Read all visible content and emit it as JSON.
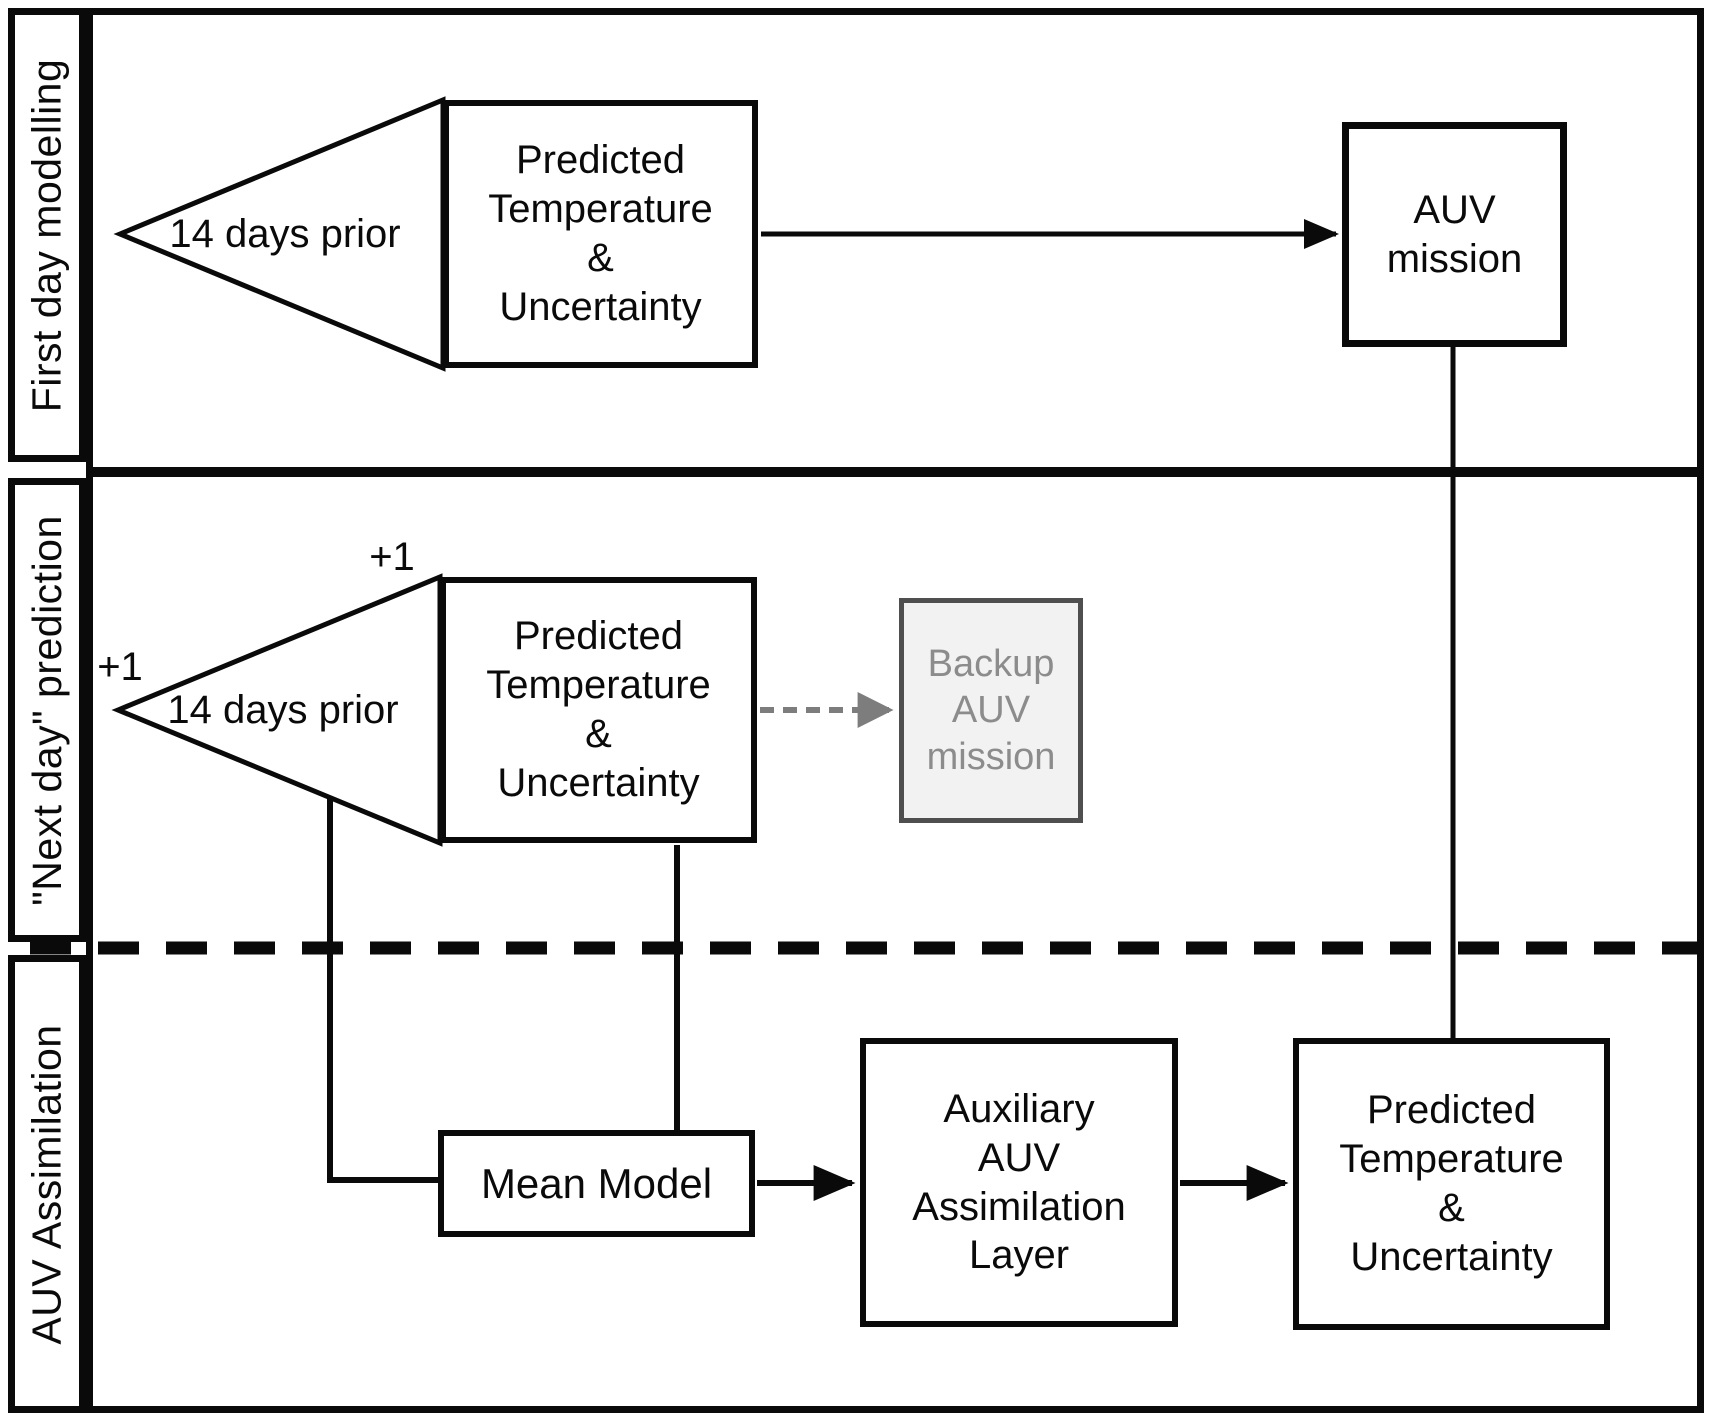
{
  "diagram": {
    "side_labels": {
      "band1": "First day modelling",
      "band2": "\"Next day\" prediction",
      "band3": "AUV Assimilation"
    },
    "band1": {
      "lead_time_label": "14 days prior",
      "predicted_box": {
        "line1": "Predicted",
        "line2": "Temperature",
        "line3": "&",
        "line4": "Uncertainty"
      },
      "auv_mission_box": {
        "line1": "AUV",
        "line2": "mission"
      }
    },
    "band2": {
      "plus_one_left": "+1",
      "plus_one_top": "+1",
      "lead_time_label": "14 days prior",
      "predicted_box": {
        "line1": "Predicted",
        "line2": "Temperature",
        "line3": "&",
        "line4": "Uncertainty"
      },
      "backup_box": {
        "line1": "Backup",
        "line2": "AUV",
        "line3": "mission"
      }
    },
    "band3": {
      "mean_model_box": {
        "label": "Mean Model"
      },
      "auxiliary_box": {
        "line1": "Auxiliary",
        "line2": "AUV",
        "line3": "Assimilation",
        "line4": "Layer"
      },
      "predicted_box": {
        "line1": "Predicted",
        "line2": "Temperature",
        "line3": "&",
        "line4": "Uncertainty"
      }
    },
    "colors": {
      "ink": "#0a0a0a",
      "backup_border": "#4f4f4f",
      "backup_fill": "#f2f2f2",
      "backup_text": "#8c8c8c",
      "gray_arrow": "#7d7d7d",
      "background": "#ffffff"
    }
  }
}
